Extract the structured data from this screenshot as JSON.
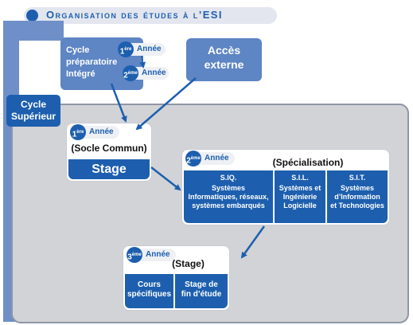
{
  "title": "Organisation des études à l’ESI",
  "cycle_preparatoire": {
    "label_line1": "Cycle",
    "label_line2": "préparatoire",
    "label_line3": "Intégré",
    "year1": {
      "num": "1",
      "sup": "ère",
      "label": "Année"
    },
    "year2": {
      "num": "2",
      "sup": "ème",
      "label": "Année"
    }
  },
  "acces_externe": {
    "line1": "Accès",
    "line2": "externe"
  },
  "cycle_superieur": {
    "line1": "Cycle",
    "line2": "Supérieur"
  },
  "year1": {
    "num": "1",
    "sup": "ère",
    "label": "Année",
    "subtitle": "(Socle Commun)",
    "stage": "Stage"
  },
  "year2": {
    "num": "2",
    "sup": "ème",
    "label": "Année",
    "subtitle": "(Spécialisation)",
    "specialisations": [
      {
        "code": "S.IQ.",
        "line1": "Systèmes",
        "line2": "Informatiques, réseaux,",
        "line3": "systèmes embarqués"
      },
      {
        "code": "S.I.L.",
        "line1": "Systèmes et",
        "line2": "Ingénierie",
        "line3": "Logicielle"
      },
      {
        "code": "S.I.T.",
        "line1": "Systèmes",
        "line2": "d’Information",
        "line3": "et Technologies"
      }
    ]
  },
  "year3": {
    "num": "3",
    "sup": "ème",
    "label": "Année",
    "subtitle": "(Stage)",
    "col1_line1": "Cours",
    "col1_line2": "spécifiques",
    "col2_line1": "Stage de",
    "col2_line2": "fin d’étude"
  },
  "colors": {
    "primary": "#1d5fae",
    "light_blue": "#5e85c4",
    "panel_gray": "#d2d3d6"
  }
}
